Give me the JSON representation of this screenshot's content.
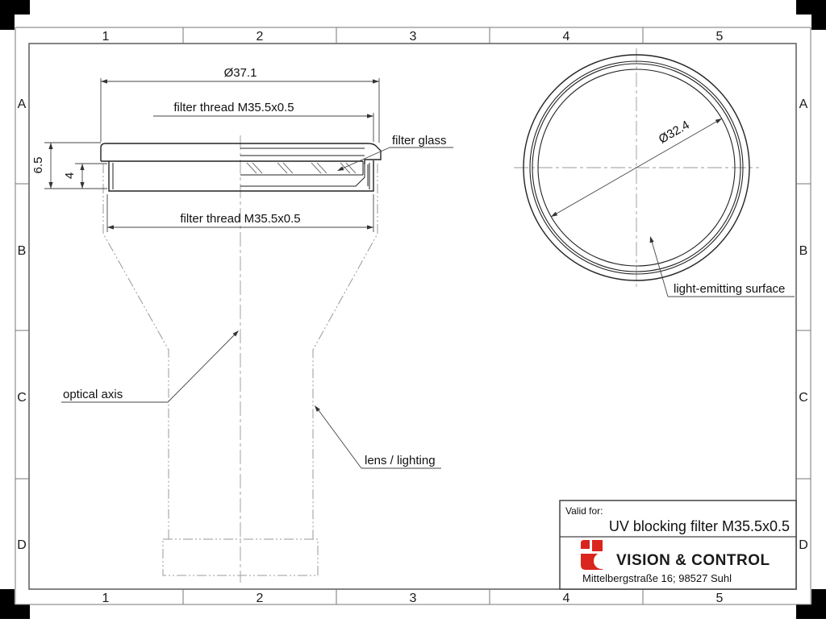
{
  "frame": {
    "columns": [
      "1",
      "2",
      "3",
      "4",
      "5"
    ],
    "rows": [
      "A",
      "B",
      "C",
      "D"
    ]
  },
  "side_view": {
    "dim_outer_diameter": "Ø37.1",
    "dim_thread_top": "filter thread M35.5x0.5",
    "dim_thread_bottom": "filter thread M35.5x0.5",
    "dim_total_height": "6.5",
    "dim_thread_height": "4",
    "label_filter_glass": "filter glass",
    "label_optical_axis": "optical axis",
    "label_lens_lighting": "lens / lighting"
  },
  "front_view": {
    "dim_inner_diameter": "Ø32.4",
    "label_light_emitting_surface": "light-emitting surface"
  },
  "title_block": {
    "valid_for_label": "Valid for:",
    "product": "UV blocking filter M35.5x0.5",
    "company": "VISION & CONTROL",
    "address": "Mittelbergstraße 16; 98527 Suhl"
  },
  "colors": {
    "outline": "#222222",
    "dimension": "#444444",
    "centerline": "#999999",
    "frame": "#777777",
    "logo_red": "#d9251d",
    "text": "#111111"
  }
}
